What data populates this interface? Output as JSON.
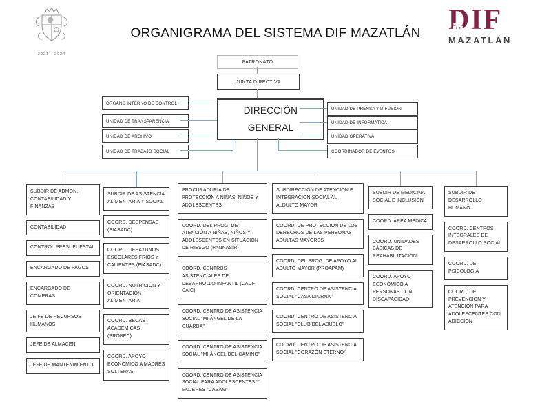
{
  "title": "ORGANIGRAMA DEL SISTEMA DIF MAZATLÁN",
  "logos": {
    "crest_caption": "2021 - 2024",
    "dif_text": "DIF",
    "dif_subtext": "MAZATLÁN",
    "dif_color": "#7d2347"
  },
  "org": {
    "patronato": "PATRONATO",
    "junta_directiva": "JUNTA DIRECTIVA",
    "direccion_general": "DIRECCIÓN GENERAL",
    "left_units": [
      "ORGANO INTERNO DE CONTROL",
      "UNIDAD DE TRANSPARENCIA",
      "UNIDAD DE ARCHIVO",
      "UNIDAD DE TRABAJO SOCIAL"
    ],
    "right_units": [
      "UNIDAD DE PRENSA Y DIFUSION",
      "UNIDAD DE INFORMATICA",
      "UNIDAD OPERATIVA",
      "COORDINADOR DE EVENTOS"
    ],
    "divisions": [
      {
        "title": "SUBDIR DE ADMON, CONTABILIDAD Y FINANZAS",
        "children": [
          "CONTABILIDAD",
          "CONTROL PRESUPUESTAL",
          "ENCARGADO DE PAGOS",
          "ENCARGADO DE COMPRAS",
          "JE FE DE RECURSOS HUMANOS",
          "JEFE DE ALMACEN",
          "JEFE DE MANTENIMIENTO"
        ]
      },
      {
        "title": "SUBDIR DE ASISTENCIA ALIMENTARIA Y SOCIAL",
        "children": [
          "COORD. DESPENSAS (EIASADC)",
          "COORD. DESAYUNOS ESCOLARES FRIOS Y CALIENTES (EIASADC)",
          "COORD. NUTRICIÓN Y ORIENTACIÓN ALIMENTARIA",
          "COORD. BECAS ACADÉMICAS (PROBEC)",
          "COORD. APOYO ECONÓMICO A MADRES SOLTERAS"
        ]
      },
      {
        "title": "PROCURADURÍA DE PROTECCIÓN A NIÑAS, NIÑOS Y ADOLESCENTES",
        "children": [
          "COORD. DEL PROG. DE ATENCIÓN A NIÑAS, NIÑOS Y ADOLESCENTES EN SITUACIÓN DE RIESGO (PANNASIR)",
          "COORD. CENTROS ASISTENCIALES DE DESARROLLO INFANTIL (CADI-CAIC)",
          "COORD. CENTRO DE ASISTENCIA SOCIAL \"MI ÁNGEL DE LA GUARDA\"",
          "COORD. CENTRO DE ASISTENCIA SOCIAL \"MI ÁNGEL DEL CAMINO\"",
          "COORD. CENTRO DE ASISTENCIA SOCIAL PARA ADOLESCENTES Y MUJERES \"CASAM\""
        ]
      },
      {
        "title": "SUBDIRECCIÓN DE ATENCION E INTEGRACION SOCIAL AL ALDULTO MAYOR",
        "children": [
          "COORD. DE PROTECCION DE LOS DERECHOS DE LAS PERSONAS ADULTAS MAYORES",
          "COORD. DEL PROG. DE APOYO AL ADULTO MAYOR (PROAPAM)",
          "COORD. CENTRO DE ASISTENCIA SOCIAL \"CASA DIURNA\"",
          "COORD. CENTRO DE ASISTENCIA SOCIAL \"CLUB DEL ABUELO\"",
          "COORD. CENTRO DE ASISTENCIA SOCIAL \"CORAZÓN ETERNO\""
        ]
      },
      {
        "title": "SUBDIR DE MEDICINA SOCIAL E INCLUSIÓN",
        "children": [
          "COORD. AREA MEDICA",
          "COORD. UNIDADES BÁSICAS DE REAHABILITACIÓN",
          "COORD. APOYO ECONÓMICO A PERSONAS CON DISCAPACIDAD"
        ]
      },
      {
        "title": "SUBDIR DE DESARROLLO HUMANO",
        "children": [
          "COORD. CENTROS INTEGRALES DE DESARROLLO SOCIAL",
          "COORD. DE PSICOLOGÍA",
          "COORD. DE PREVENCION Y ATENCION PARA ADOLESCENTES CON ADICCION"
        ]
      }
    ]
  }
}
